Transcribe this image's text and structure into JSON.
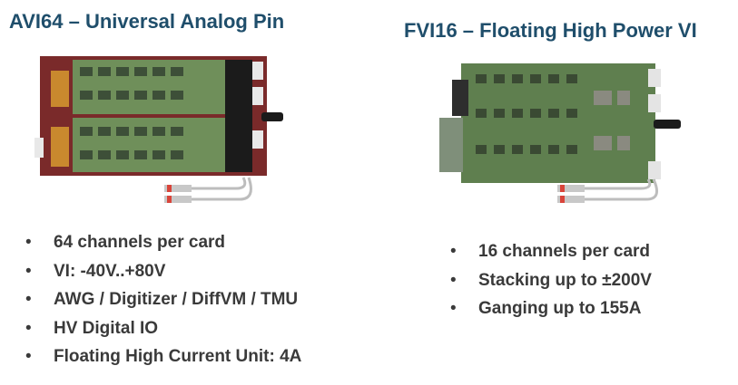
{
  "left": {
    "title": "AVI64 – Universal Analog Pin",
    "bullets": [
      "64 channels per card",
      "VI: -40V..+80V",
      "AWG / Digitizer / DiffVM / TMU",
      "HV Digital IO",
      "Floating High Current Unit: 4A"
    ]
  },
  "right": {
    "title": "FVI16 – Floating High Power VI",
    "bullets": [
      "16 channels per card",
      "Stacking up to ±200V",
      "Ganging up to 155A"
    ]
  },
  "bullet_glyph": "•",
  "colors": {
    "title": "#1f4e6b",
    "text": "#3a3a3a",
    "pcb_green": "#6f8f5a",
    "pcb_red": "#7a2a2a"
  },
  "images": {
    "left": "avi64-card-photo",
    "right": "fvi16-card-photo"
  }
}
